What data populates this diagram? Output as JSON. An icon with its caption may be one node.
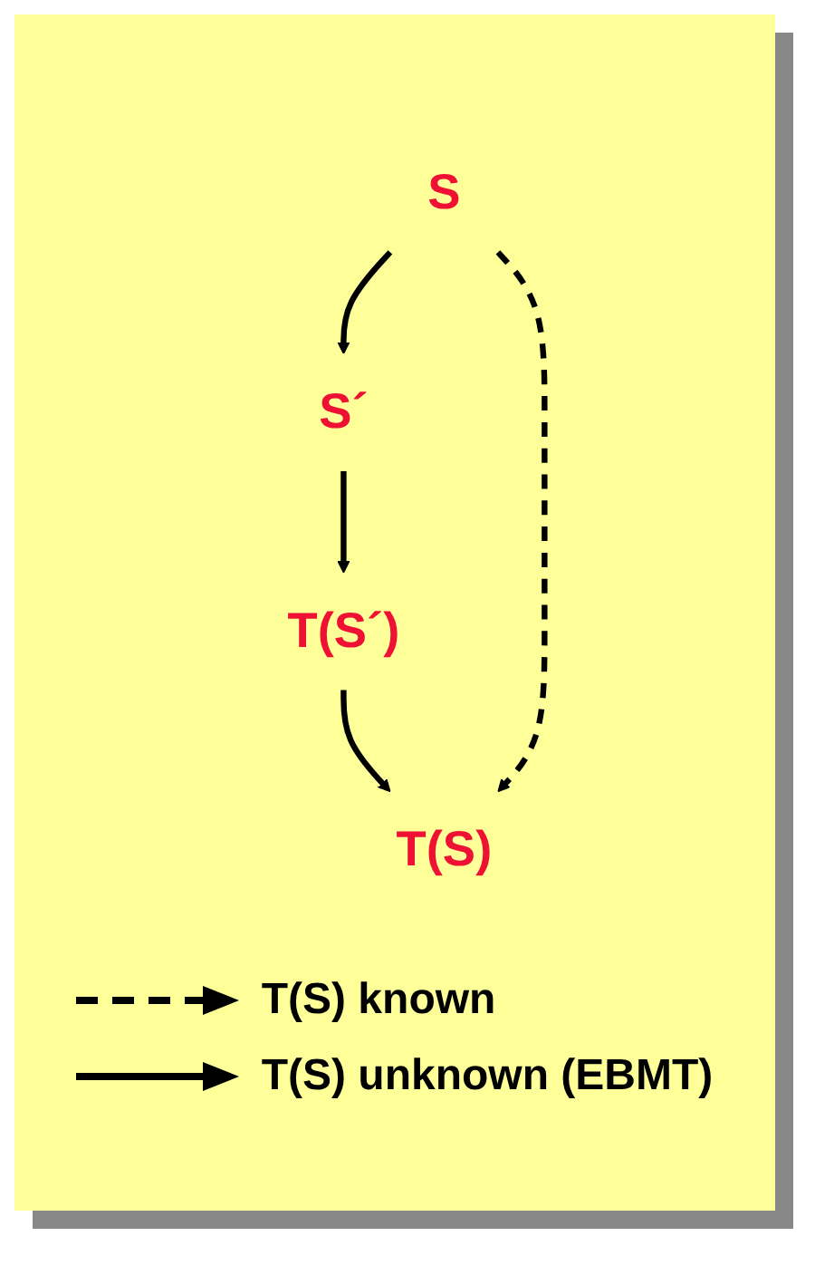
{
  "diagram": {
    "nodes": [
      {
        "text": [
          "S´"
        ]
      },
      {
        "text": [
          "T(S´)"
        ]
      },
      {
        "text": [
          "S"
        ]
      },
      {
        "text": [
          "T(S)"
        ]
      }
    ],
    "edges": [
      {
        "from": 2,
        "to": 0,
        "arrow": "to"
      },
      {
        "from": 0,
        "to": 1,
        "arrow": "to"
      },
      {
        "from": 1,
        "to": 3,
        "arrow": "to"
      },
      {
        "from": 2,
        "to": 3,
        "arrow": "to",
        "style": "dashed"
      }
    ],
    "legend": [
      {
        "text": "T(S) known"
      },
      {
        "text": "T(S) unknown (EBMT)"
      }
    ]
  }
}
